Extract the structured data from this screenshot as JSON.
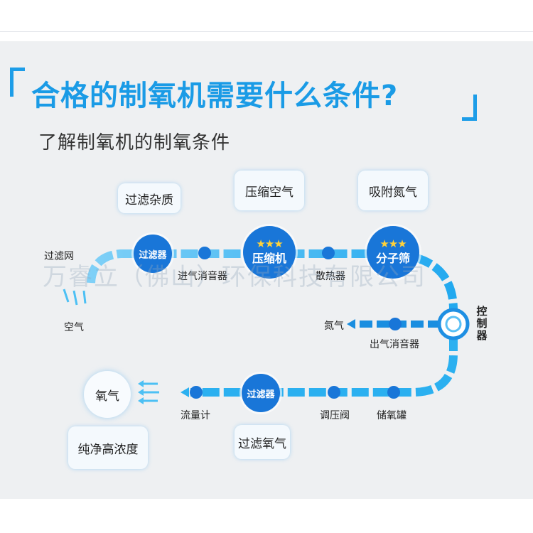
{
  "header": {
    "title": "合格的制氧机需要什么条件?",
    "subtitle": "了解制氧机的制氧条件"
  },
  "watermark": "万睿立（佛山）环保科技有限公司",
  "colors": {
    "accent": "#1a9be6",
    "node_dark": "#1976d8",
    "pipe": "#27aef0",
    "panel": "#eef0f2",
    "star": "#ffd23a"
  },
  "callouts": {
    "filter_impurities": "过滤杂质",
    "compress_air": "压缩空气",
    "adsorb_nitrogen": "吸附氮气",
    "filter_oxygen": "过滤氧气",
    "pure_high_concentration": "纯净高浓度"
  },
  "nodes": {
    "filter_net": "过滤网",
    "air": "空气",
    "filter_1": "过滤器",
    "intake_silencer": "进气消音器",
    "compressor": "压缩机",
    "radiator": "散热器",
    "molecular_sieve": "分子筛",
    "controller": "控制器",
    "nitrogen": "氮气",
    "outlet_silencer": "出气消音器",
    "storage_tank": "储氧罐",
    "pressure_valve": "调压阀",
    "filter_2": "过滤器",
    "flowmeter": "流量计",
    "oxygen": "氧气"
  },
  "icons": {
    "star": "★"
  }
}
